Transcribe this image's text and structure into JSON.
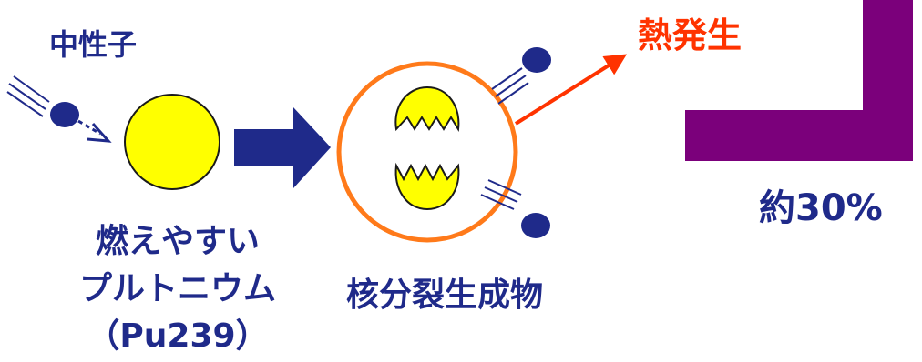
{
  "labels": {
    "neutron": "中性子",
    "heat": "熱発生",
    "percentage": "約30%",
    "plutonium_line1": "燃えやすい",
    "plutonium_line2": "プルトニウム",
    "plutonium_line3": "（Pu239）",
    "fission_products": "核分裂生成物"
  },
  "colors": {
    "navy": "#1f2a8a",
    "yellow": "#ffff00",
    "orange": "#ff7a1a",
    "red_orange": "#ff3300",
    "purple": "#7b007b"
  }
}
